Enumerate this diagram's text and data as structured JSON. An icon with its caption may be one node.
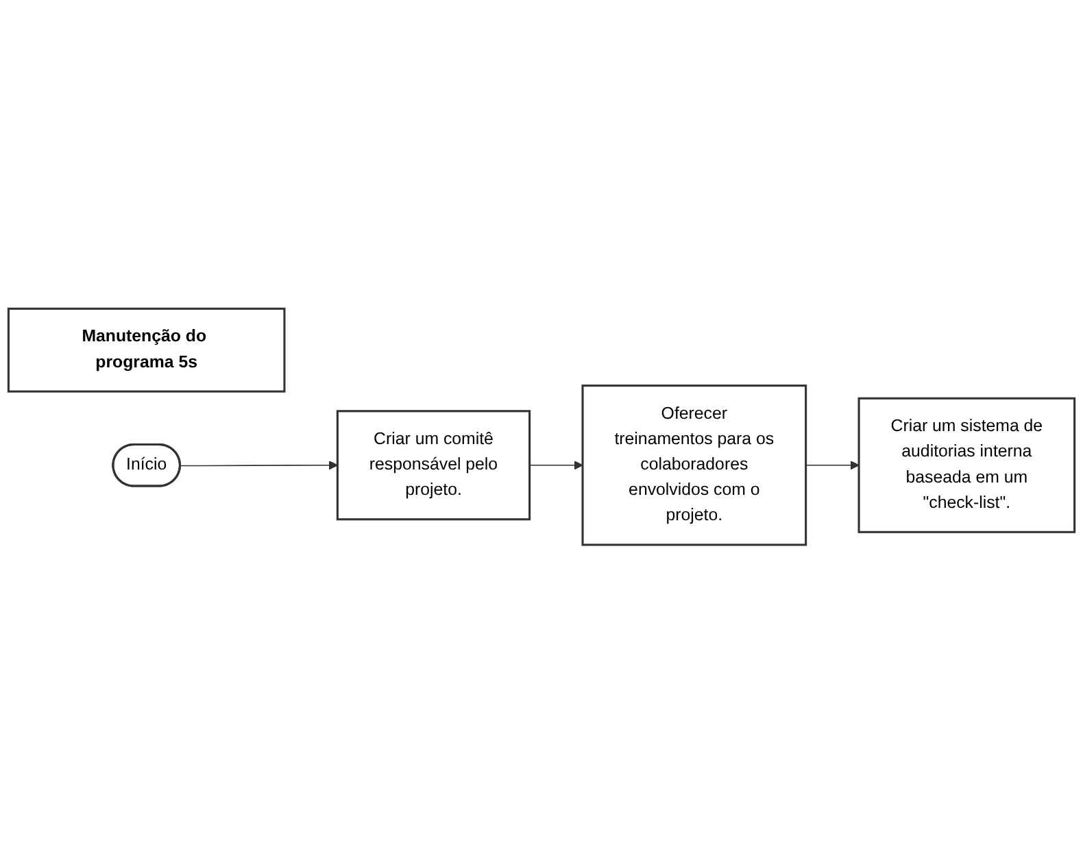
{
  "diagram": {
    "nodes": [
      {
        "text": [
          "Manutenção do programa 5s"
        ]
      },
      {
        "text": [
          "Início"
        ]
      },
      {
        "text": [
          "Criar um comitê responsável pelo projeto."
        ]
      },
      {
        "text": [
          "Oferecer treinamentos para os colaboradores envolvidos com o projeto."
        ]
      },
      {
        "text": [
          "Criar um sistema de auditorias interna baseada em um \"check-list\"."
        ]
      }
    ],
    "edges": [
      {
        "from": 1,
        "to": 2,
        "arrow": "to"
      },
      {
        "from": 2,
        "to": 3,
        "arrow": "to"
      },
      {
        "from": 3,
        "to": 4,
        "arrow": "to"
      }
    ]
  }
}
